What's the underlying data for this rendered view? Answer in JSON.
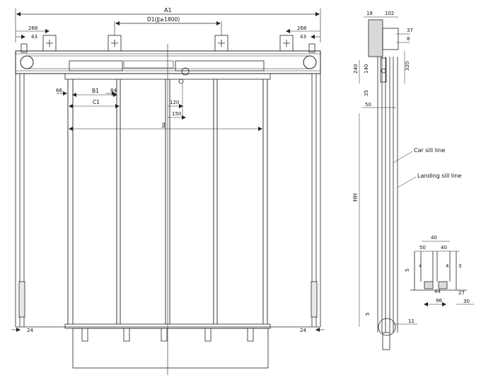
{
  "front_view": {
    "dim_a1": "A1",
    "dim_d1": "D1(JJ≥1800)",
    "dim_268_left": "268",
    "dim_43_left": "43",
    "dim_268_right": "268",
    "dim_43_right": "43",
    "dim_66": "66",
    "dim_b1": "B1",
    "dim_84": "84",
    "dim_c1": "C1",
    "dim_120": "120",
    "dim_150": "150",
    "dim_jj": "JJ",
    "dim_24_left": "24",
    "dim_24_right": "24"
  },
  "side_view": {
    "dim_18": "18",
    "dim_102": "102",
    "dim_37": "37",
    "dim_8": "8",
    "dim_240": "240",
    "dim_140": "140",
    "dim_320": "320",
    "dim_35": "35",
    "dim_50": "50",
    "dim_hh": "HH",
    "car_sill_line": "Car sill line",
    "landing_sill_line": "Landing sill line",
    "dim_5_bottom": "5",
    "dim_11": "11"
  },
  "sill_detail": {
    "dim_40_top": "40",
    "dim_50": "50",
    "dim_40_right": "40",
    "dim_5": "5",
    "dim_4_left": "4",
    "dim_4_right": "4",
    "dim_3": "3",
    "dim_44": "44",
    "dim_27": "27",
    "dim_96": "96",
    "dim_30": "30"
  }
}
